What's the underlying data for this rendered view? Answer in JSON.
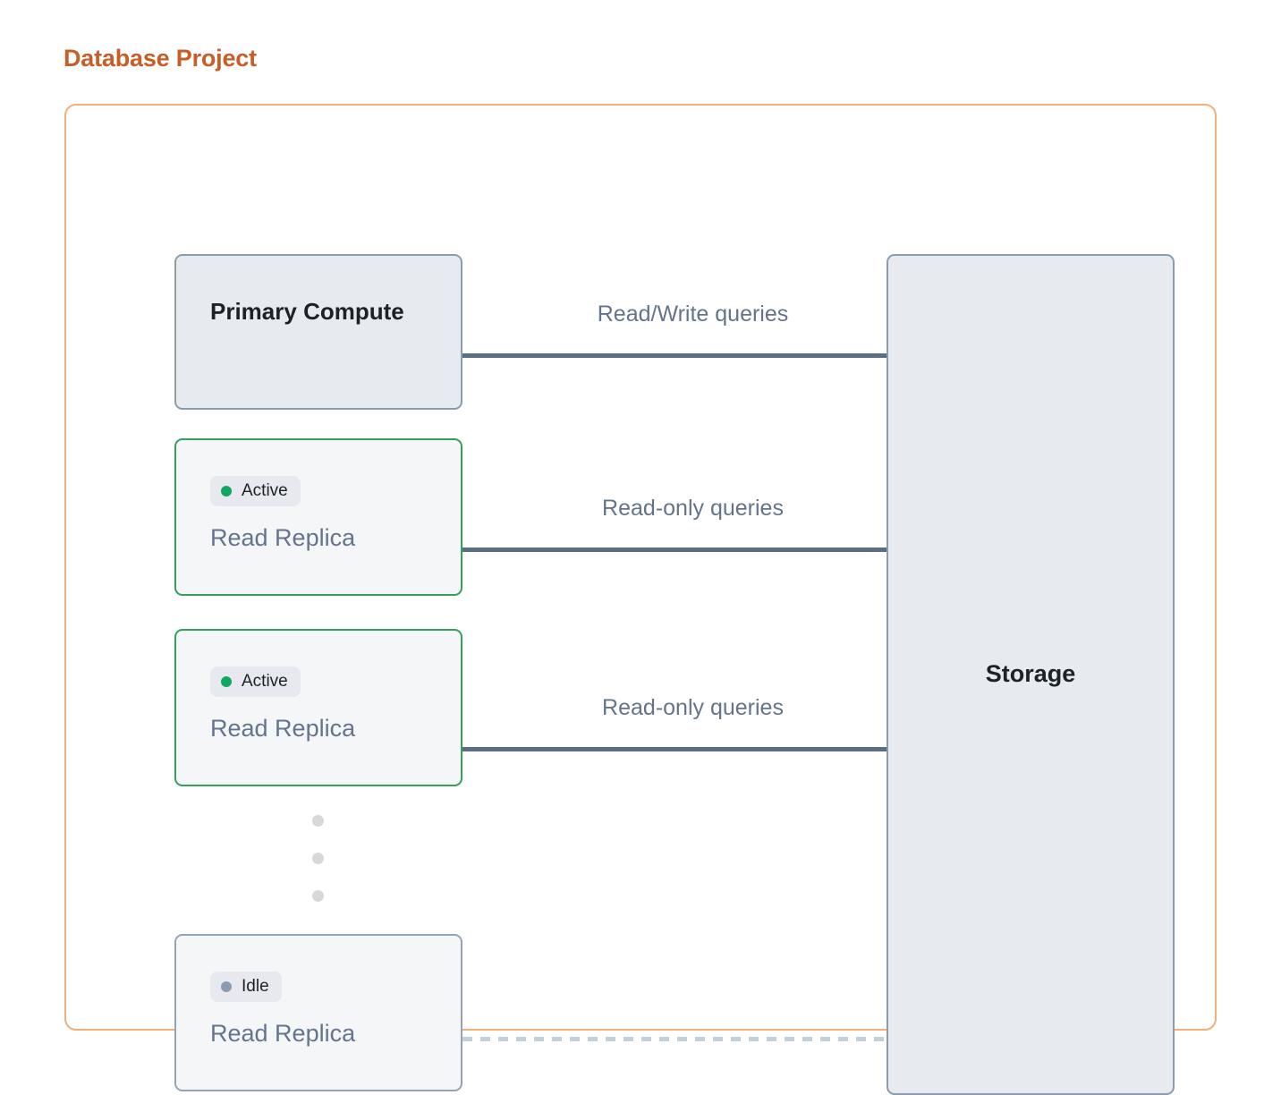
{
  "page": {
    "title": "Database Project",
    "title_color": "#c75d28",
    "container_border_color": "#efb179"
  },
  "diagram": {
    "nodes": {
      "primary": {
        "label": "Primary Compute",
        "fill": "#e7eaef",
        "border": "#8a9cae"
      },
      "storage": {
        "label": "Storage",
        "fill": "#e7eaef",
        "border": "#8a9cae"
      },
      "replicas": [
        {
          "status": "Active",
          "status_dot_color": "#10a861",
          "border_color": "#34a05a",
          "label": "Read Replica"
        },
        {
          "status": "Active",
          "status_dot_color": "#10a861",
          "border_color": "#34a05a",
          "label": "Read Replica"
        },
        {
          "status": "Idle",
          "status_dot_color": "#8c9cb0",
          "border_color": "#94a4b6",
          "label": "Read Replica"
        }
      ]
    },
    "flows": [
      {
        "label": "Read/Write queries",
        "style": "solid",
        "color": "#5b6d80"
      },
      {
        "label": "Read-only queries",
        "style": "solid",
        "color": "#5b6d80"
      },
      {
        "label": "Read-only queries",
        "style": "solid",
        "color": "#5b6d80"
      },
      {
        "label": "",
        "style": "dashed",
        "color": "#c2cfdd"
      }
    ],
    "ellipsis": {
      "dot_count": 3,
      "dot_color": "#d8d8d8"
    }
  }
}
